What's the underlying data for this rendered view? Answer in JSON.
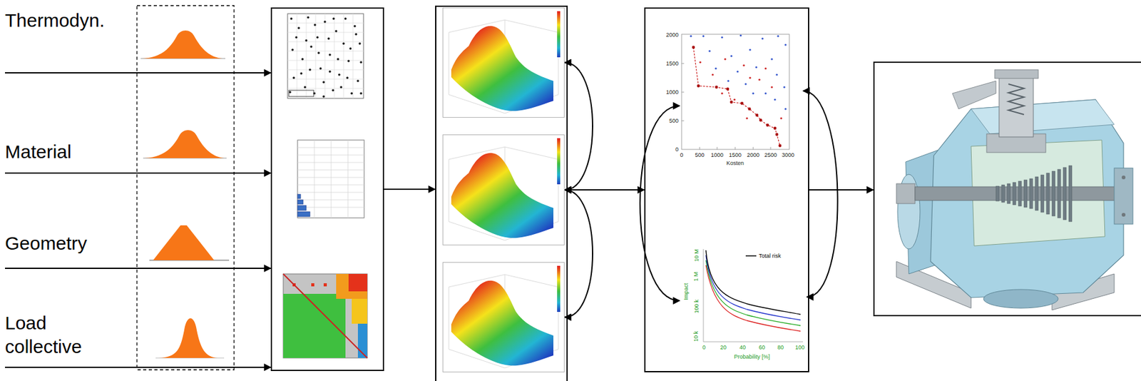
{
  "diagram": {
    "nodes": [
      {
        "text": [
          "Thermodyn."
        ]
      },
      {
        "text": [
          "Material"
        ]
      },
      {
        "text": [
          "Geometry"
        ]
      },
      {
        "text": [
          "Load collective"
        ]
      },
      {
        "text": []
      },
      {
        "text": []
      },
      {
        "text": [],
        "in": 5
      },
      {
        "text": [],
        "in": 5
      },
      {
        "text": [],
        "in": 5
      },
      {
        "text": []
      },
      {
        "text": [],
        "in": 9
      },
      {
        "text": [],
        "in": 9
      },
      {
        "text": []
      }
    ],
    "edges": [
      {
        "from": 0,
        "to": 4,
        "arrow": "to"
      },
      {
        "from": 1,
        "to": 4,
        "arrow": "to"
      },
      {
        "from": 2,
        "to": 4,
        "arrow": "to"
      },
      {
        "from": 3,
        "to": 4,
        "arrow": "to"
      },
      {
        "from": 4,
        "to": 5,
        "arrow": "to"
      },
      {
        "from": 6,
        "to": 7,
        "arrow": "both"
      },
      {
        "from": 7,
        "to": 8,
        "arrow": "both"
      },
      {
        "from": 7,
        "to": 9,
        "arrow": "both"
      },
      {
        "from": 10,
        "to": 11,
        "arrow": "both"
      },
      {
        "from": 10,
        "to": 11,
        "arrow": "both"
      },
      {
        "from": 9,
        "to": 12,
        "arrow": "to"
      }
    ],
    "labels": [
      "2000",
      "1500",
      "1000",
      "500",
      "0",
      "0",
      "500",
      "1000",
      "1500",
      "2000",
      "2500",
      "3000",
      "Kosten",
      "10 M",
      "1 M",
      "100 k",
      "10 k",
      "0",
      "20",
      "40",
      "60",
      "80",
      "100",
      "Probability [%]",
      "Impact"
    ],
    "legend": [
      {
        "text": "Total risk"
      }
    ]
  }
}
